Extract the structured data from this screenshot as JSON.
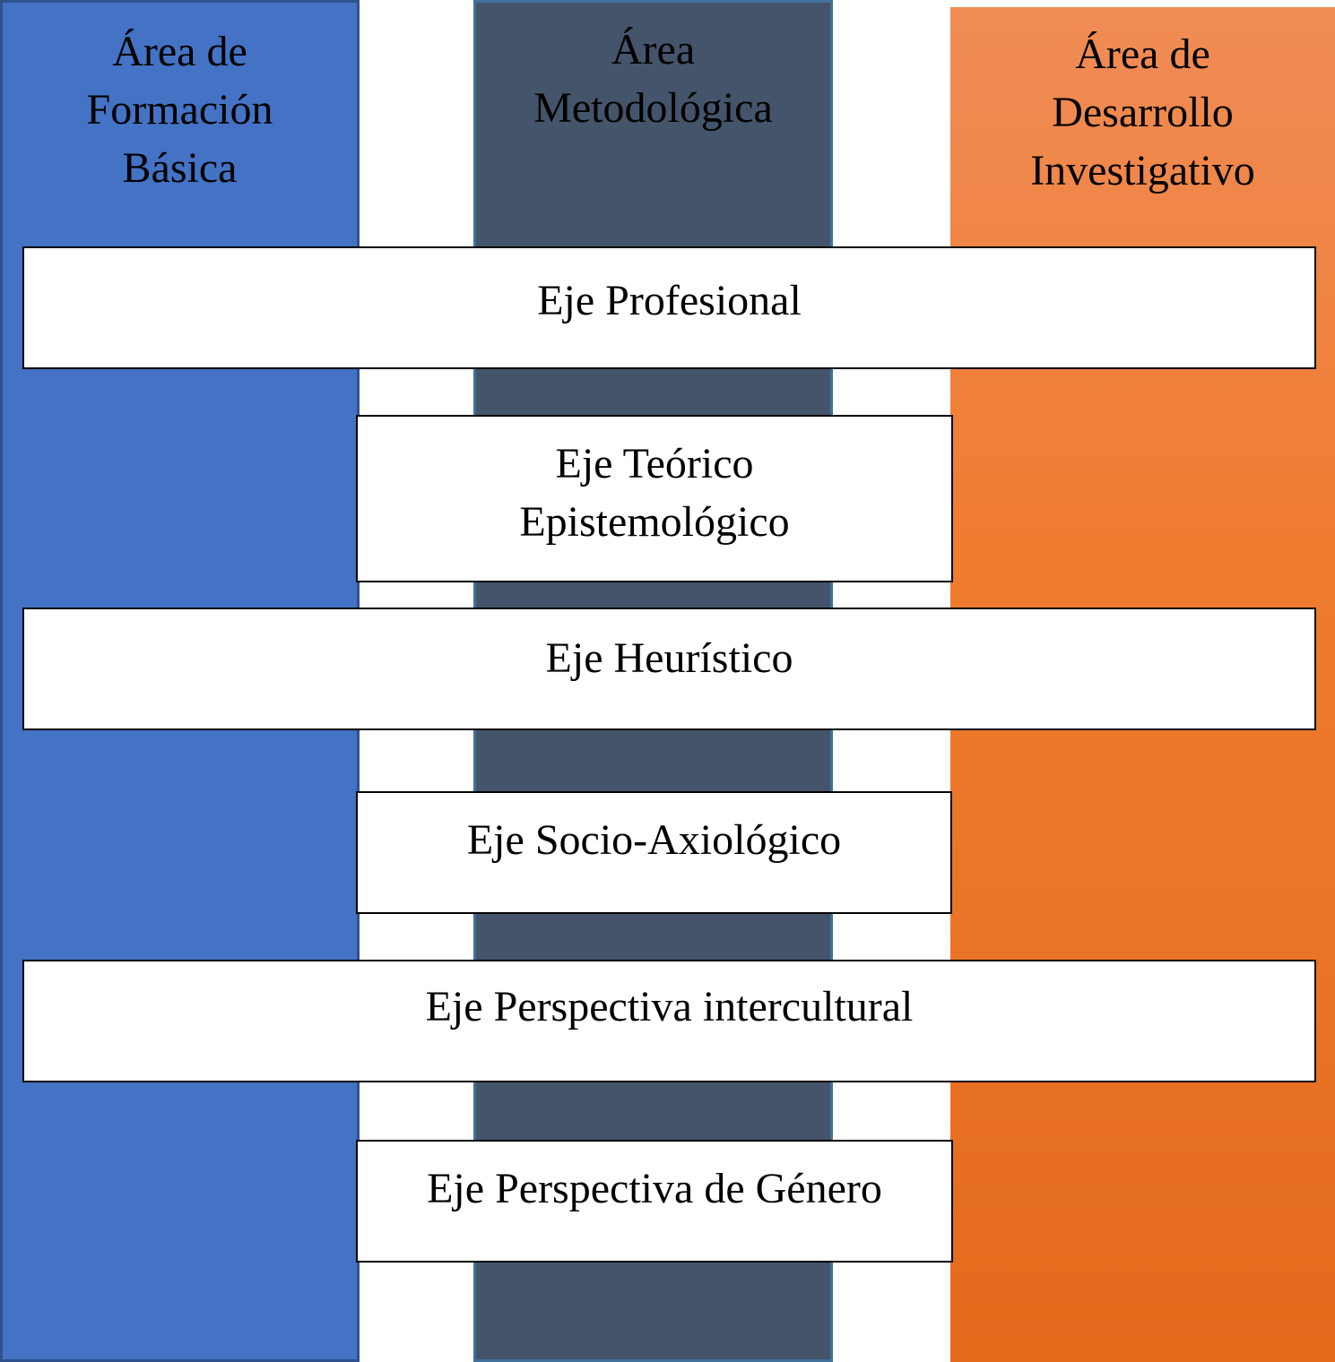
{
  "colors": {
    "formacion_basica": "#4472c4",
    "metodologica": "#44546a",
    "desarrollo_investigativo_top": "#f08c56",
    "desarrollo_investigativo_bottom": "#e46a1c",
    "axis_box": "#ffffff"
  },
  "areas": [
    {
      "label": "Área de\nFormación\nBásica"
    },
    {
      "label": "Área\nMetodológica"
    },
    {
      "label": "Área de\nDesarrollo\nInvestigativo"
    }
  ],
  "axes": [
    {
      "label": "Eje Profesional"
    },
    {
      "label": "Eje Teórico\nEpistemológico"
    },
    {
      "label": "Eje Heurístico"
    },
    {
      "label": "Eje Socio-Axiológico"
    },
    {
      "label": "Eje Perspectiva intercultural"
    },
    {
      "label": "Eje Perspectiva de Género"
    }
  ]
}
